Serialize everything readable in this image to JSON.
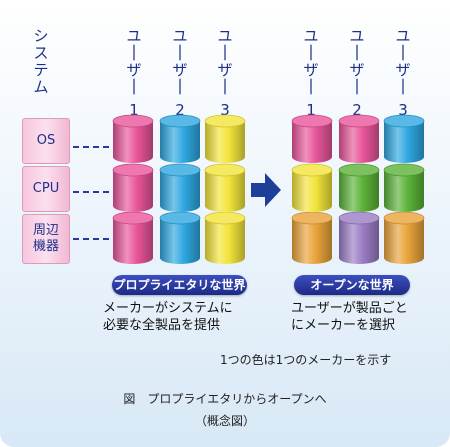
{
  "header": {
    "system_label": "システム",
    "user1_label": "ユーザー1",
    "user2_label": "ユーザー2",
    "user3_label": "ユーザー3"
  },
  "layers": {
    "os": "OS",
    "cpu": "CPU",
    "peripheral": "周辺機器"
  },
  "colors": {
    "pink": "#e8559a",
    "cyan": "#2ea7e0",
    "yellow": "#f2e43a",
    "green": "#5bb238",
    "orange": "#e9a33a",
    "purple": "#9a7cc4",
    "arrow": "#1d3f9a",
    "navy": "#1d2f8a"
  },
  "left": {
    "badge": "プロプライエタリな世界",
    "desc_line1": "メーカーがシステムに",
    "desc_line2": "必要な全製品を提供",
    "columns": [
      [
        "pink",
        "pink",
        "pink"
      ],
      [
        "cyan",
        "cyan",
        "cyan"
      ],
      [
        "yellow",
        "yellow",
        "yellow"
      ]
    ]
  },
  "right": {
    "badge": "オープンな世界",
    "desc_line1": "ユーザーが製品ごと",
    "desc_line2": "にメーカーを選択",
    "columns": [
      [
        "pink",
        "yellow",
        "orange"
      ],
      [
        "pink",
        "green",
        "purple"
      ],
      [
        "cyan",
        "green",
        "orange"
      ]
    ]
  },
  "note": "1つの色は1つのメーカーを示す",
  "caption": {
    "line1": "図　プロプライエタリからオープンへ",
    "line2": "（概念図）"
  }
}
